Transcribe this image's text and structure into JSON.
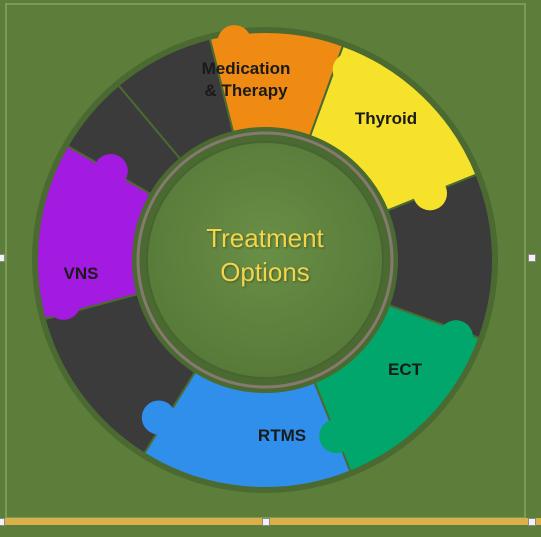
{
  "diagram": {
    "center_text": "Treatment\nOptions",
    "segments": [
      {
        "key": "medication",
        "label": "Medication\n& Therapy",
        "color": "#ef8a12"
      },
      {
        "key": "thyroid",
        "label": "Thyroid",
        "color": "#f6e22a"
      },
      {
        "key": "ect",
        "label": "ECT",
        "color": "#00a66b"
      },
      {
        "key": "rtms",
        "label": "RTMS",
        "color": "#2f8fea"
      },
      {
        "key": "vns",
        "label": "VNS",
        "color": "#a31ae0"
      }
    ],
    "filler_color": "#3b3b3b"
  },
  "colors": {
    "background": "#5d7e3a",
    "ring_border": "#4b6a31",
    "center_fill": "#5f8540",
    "center_text": "#f2d54a",
    "bottom_bar": "#d9b04a"
  }
}
